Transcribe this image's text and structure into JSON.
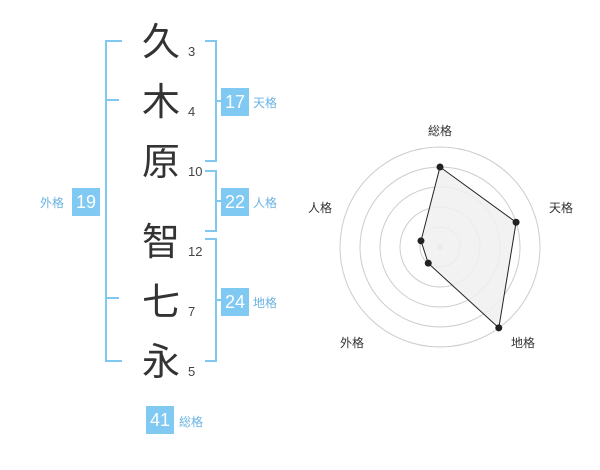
{
  "name": {
    "characters": [
      {
        "char": "久",
        "strokes": "3"
      },
      {
        "char": "木",
        "strokes": "4"
      },
      {
        "char": "原",
        "strokes": "10"
      },
      {
        "char": "智",
        "strokes": "12"
      },
      {
        "char": "七",
        "strokes": "7"
      },
      {
        "char": "永",
        "strokes": "5"
      }
    ]
  },
  "kaku": {
    "tenkaku": {
      "value": "17",
      "label": "天格"
    },
    "jinkaku": {
      "value": "22",
      "label": "人格"
    },
    "chikaku": {
      "value": "24",
      "label": "地格"
    },
    "gaikaku": {
      "value": "19",
      "label": "外格"
    },
    "soukaku": {
      "value": "41",
      "label": "総格"
    }
  },
  "chart_data": {
    "type": "radar",
    "axes": [
      "総格",
      "天格",
      "地格",
      "外格",
      "人格"
    ],
    "values": [
      4,
      4,
      5,
      1,
      1
    ],
    "max": 5,
    "rings": 5
  },
  "colors": {
    "accent": "#7fc9f2",
    "accent_text": "#6ab3e3",
    "radar_fill": "#f0f0f0",
    "radar_line": "#222222"
  }
}
